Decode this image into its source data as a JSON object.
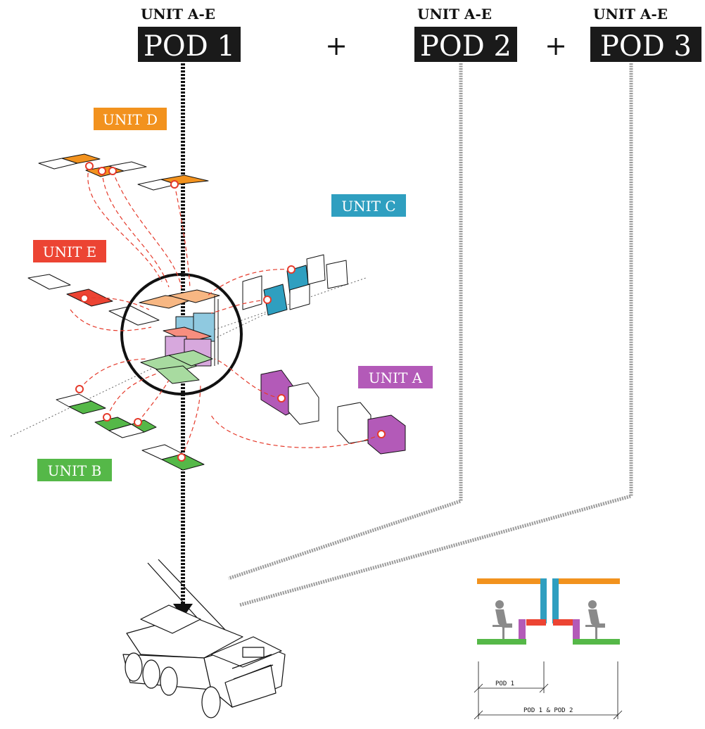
{
  "header": {
    "pods": [
      {
        "caption": "UNIT A-E",
        "label": "POD 1"
      },
      {
        "caption": "UNIT A-E",
        "label": "POD 2"
      },
      {
        "caption": "UNIT A-E",
        "label": "POD 3"
      }
    ],
    "plus_1": "+",
    "plus_2": "+"
  },
  "units": {
    "a": {
      "label": "UNIT A",
      "color": "#b35ab8"
    },
    "b": {
      "label": "UNIT B",
      "color": "#55b848"
    },
    "c": {
      "label": "UNIT C",
      "color": "#2f9fc0"
    },
    "d": {
      "label": "UNIT D",
      "color": "#f2921e"
    },
    "e": {
      "label": "UNIT E",
      "color": "#ec4433"
    }
  },
  "section": {
    "dim_pod1": "POD 1",
    "dim_pod12": "POD 1 & POD 2"
  },
  "colors": {
    "pod_box": "#1a1a1a",
    "connector": "#e53a2b",
    "leader": "#999999"
  }
}
